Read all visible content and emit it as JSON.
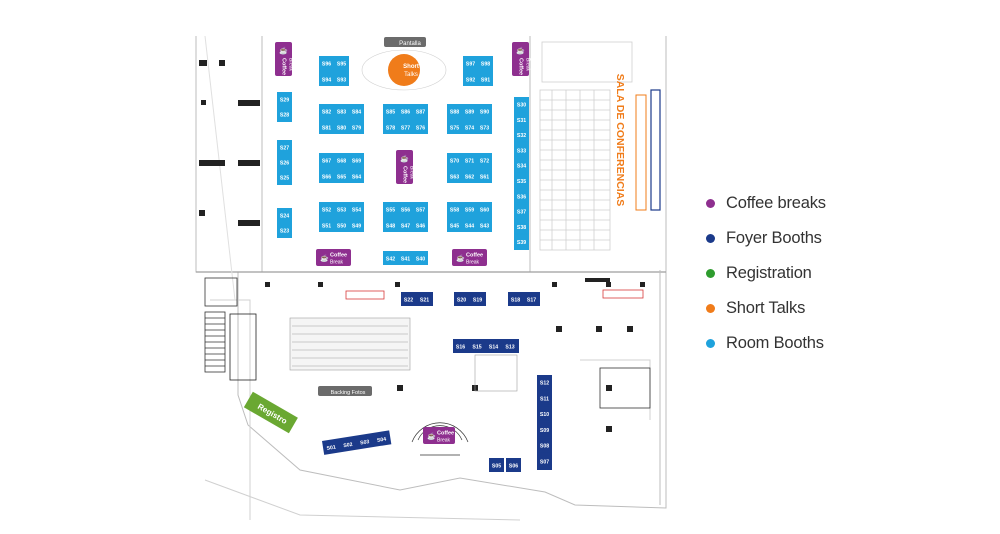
{
  "legend": {
    "items": [
      {
        "label": "Coffee breaks",
        "color": "#8e2f8f"
      },
      {
        "label": "Foyer Booths",
        "color": "#1b3a8a"
      },
      {
        "label": "Registration",
        "color": "#2e9c2e"
      },
      {
        "label": "Short Talks",
        "color": "#f07c1a"
      },
      {
        "label": "Room Booths",
        "color": "#1fa2dc"
      }
    ]
  },
  "map": {
    "pantalla_label": "Pantalla",
    "sala_label": "SALA DE CONFERENCIAS",
    "short_talks": {
      "line1": "Short",
      "line2": "Talks"
    },
    "coffee_line1": "Coffee",
    "coffee_line2": "Break",
    "registro_label": "Registro",
    "backing_label": "Backing Fotos",
    "colors": {
      "room_booth": "#1fa2dc",
      "foyer_booth": "#1b3a8a",
      "coffee": "#8e2f8f",
      "registration": "#6aa832",
      "short_talks": "#f07c1a",
      "sala_text": "#f07c1a"
    },
    "room_booths": [
      "S96",
      "S95",
      "S94",
      "S93",
      "S97",
      "S98",
      "S92",
      "S91",
      "S82",
      "S83",
      "S84",
      "S85",
      "S86",
      "S87",
      "S88",
      "S89",
      "S90",
      "S81",
      "S80",
      "S79",
      "S78",
      "S77",
      "S76",
      "S75",
      "S74",
      "S73",
      "S67",
      "S68",
      "S69",
      "S70",
      "S71",
      "S72",
      "S66",
      "S65",
      "S64",
      "S63",
      "S62",
      "S61",
      "S52",
      "S53",
      "S54",
      "S55",
      "S56",
      "S57",
      "S58",
      "S59",
      "S60",
      "S51",
      "S50",
      "S49",
      "S48",
      "S47",
      "S46",
      "S45",
      "S44",
      "S43",
      "S42",
      "S41",
      "S40",
      "S29",
      "S28",
      "S27",
      "S26",
      "S25",
      "S24",
      "S23",
      "S30",
      "S31",
      "S32",
      "S33",
      "S34",
      "S35",
      "S36",
      "S37",
      "S38",
      "S39"
    ],
    "foyer_booths": [
      "S22",
      "S21",
      "S20",
      "S19",
      "S18",
      "S17",
      "S16",
      "S15",
      "S14",
      "S13",
      "S12",
      "S11",
      "S10",
      "S09",
      "S08",
      "S07",
      "S01",
      "S02",
      "S03",
      "S04",
      "S05",
      "S06"
    ]
  }
}
